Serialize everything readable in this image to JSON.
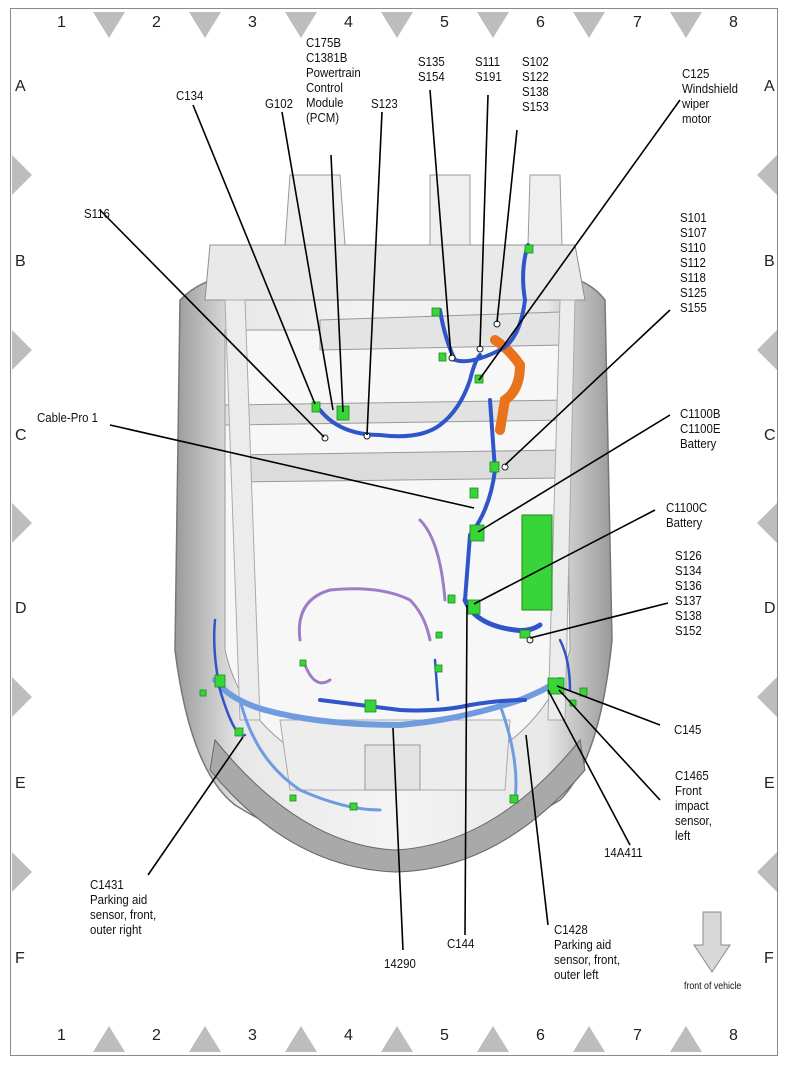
{
  "grid": {
    "columns": [
      "1",
      "2",
      "3",
      "4",
      "5",
      "6",
      "7",
      "8"
    ],
    "rows": [
      "A",
      "B",
      "C",
      "D",
      "E",
      "F"
    ]
  },
  "labels": {
    "c134": "C134",
    "g102": "G102",
    "c175b": "C175B\nC1381B\nPowertrain\nControl\nModule\n(PCM)",
    "s123": "S123",
    "s135": "S135\nS154",
    "s111": "S111\nS191",
    "s102": "S102\nS122\nS138\nS153",
    "c125": "C125\nWindshield\nwiper\nmotor",
    "s116": "S116",
    "s101": "S101\nS107\nS110\nS112\nS118\nS125\nS155",
    "cablepro": "Cable-Pro 1",
    "c1100b": "C1100B\nC1100E\nBattery",
    "c1100c": "C1100C\nBattery",
    "s126": "S126\nS134\nS136\nS137\nS138\nS152",
    "c145": "C145",
    "c1465": "C1465\nFront\nimpact\nsensor,\nleft",
    "a14a411": "14A411",
    "c1431": "C1431\nParking aid\nsensor, front,\nouter right",
    "c144": "C144",
    "h14290": "14290",
    "c1428": "C1428\nParking aid\nsensor, front,\nouter left",
    "front": "front of vehicle"
  },
  "colors": {
    "harness_blue": "#2f55c8",
    "harness_light": "#6f9be0",
    "connector_green": "#39d439",
    "orange": "#e8731c",
    "purple": "#a07cc8",
    "body_gray": "#c8c8c8",
    "marker_gray": "#bdbdbd"
  }
}
